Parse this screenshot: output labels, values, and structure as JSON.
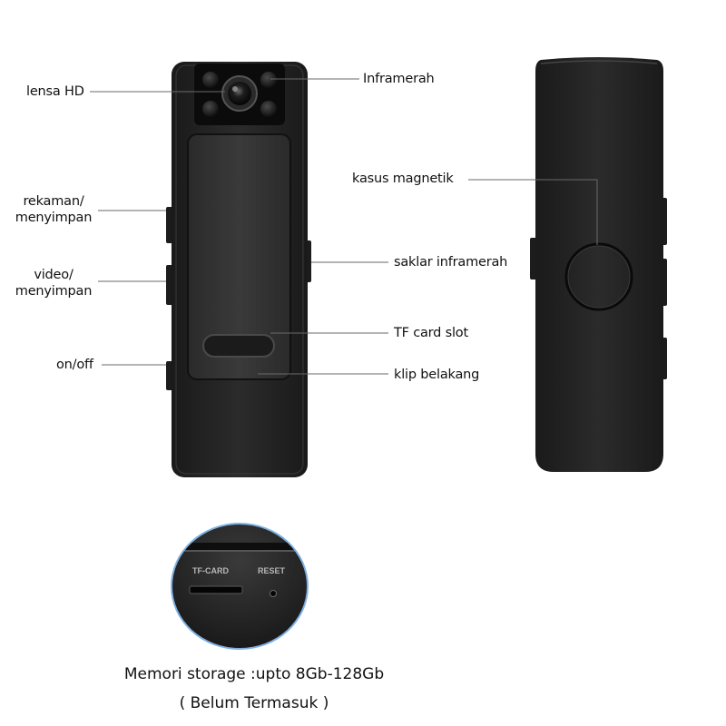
{
  "labels": {
    "lens": "lensa HD",
    "infrared": "Inframerah",
    "record": [
      "rekaman/",
      "menyimpan"
    ],
    "video": [
      "video/",
      "menyimpan"
    ],
    "power": "on/off",
    "magnetic_case": "kasus magnetik",
    "ir_switch": "saklar inframerah",
    "tf_slot": "TF card slot",
    "back_clip": "klip belakang"
  },
  "detail": {
    "tf_card": "TF-CARD",
    "reset": "RESET"
  },
  "caption": {
    "storage": "Memori storage :upto 8Gb-128Gb",
    "note": "( Belum Termasuk )"
  }
}
